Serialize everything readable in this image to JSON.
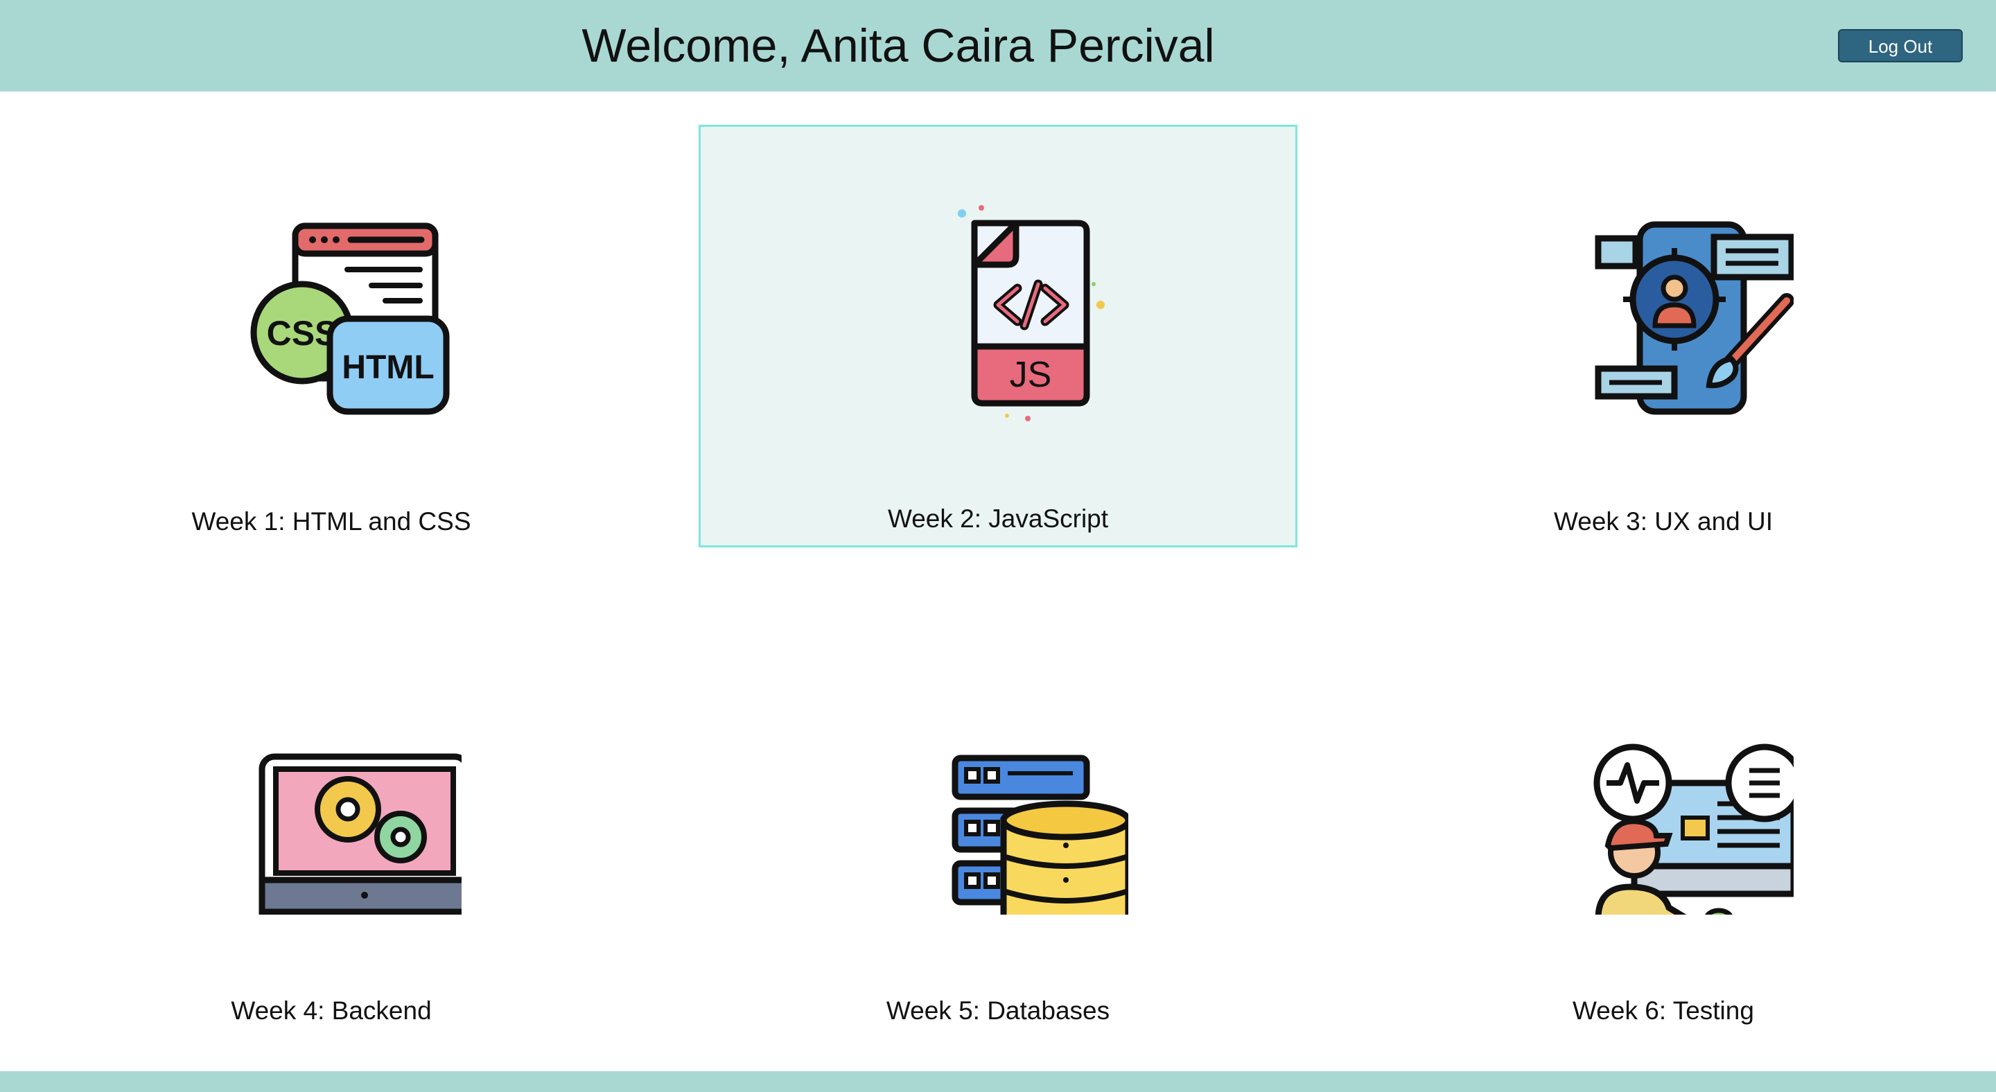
{
  "header": {
    "welcome": "Welcome, Anita Caira Percival",
    "logout_label": "Log Out"
  },
  "colors": {
    "header_bg": "#a9d8d3",
    "button_bg": "#2e6580",
    "selected_bg": "#eaf4f2",
    "selected_border": "#7fe6da"
  },
  "weeks": [
    {
      "label": "Week 1: HTML and CSS",
      "icon": "html-css-icon"
    },
    {
      "label": "Week 2: JavaScript",
      "icon": "javascript-file-icon",
      "icon_text": "JS",
      "selected": true
    },
    {
      "label": "Week 3: UX and UI",
      "icon": "ux-ui-design-icon"
    },
    {
      "label": "Week 4: Backend",
      "icon": "backend-monitor-gears-icon"
    },
    {
      "label": "Week 5: Databases",
      "icon": "database-server-icon"
    },
    {
      "label": "Week 6: Testing",
      "icon": "testing-developer-icon"
    }
  ]
}
